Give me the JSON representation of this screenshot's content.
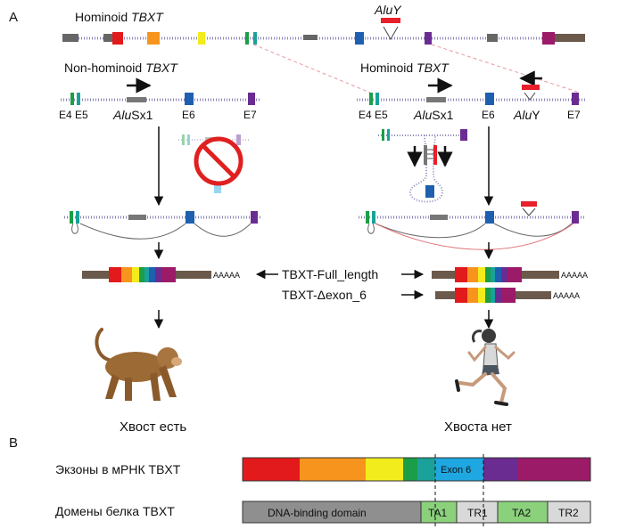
{
  "panel_a": {
    "label": "A",
    "top_title_prefix": "Hominoid ",
    "top_title_gene": "TBXT",
    "aluy_top": "AluY",
    "left_title_prefix": "Non-hominoid ",
    "left_title_gene": "TBXT",
    "right_title_prefix": "Hominoid ",
    "right_title_gene": "TBXT",
    "exon_e4": "E4",
    "exon_e5": "E5",
    "exon_e6": "E6",
    "exon_e7": "E7",
    "alusx1_italic": "Alu",
    "alusx1_rest": "Sx1",
    "aluy_italic": "Alu",
    "aluy_rest": "Y",
    "polya": "AAAAA",
    "isoform_full": "TBXT-Full_length",
    "isoform_delta": "TBXT-Δexon_6",
    "outcome_left": "Хвост есть",
    "outcome_right": "Хвоста нет"
  },
  "panel_b": {
    "label": "B",
    "row1_label": "Экзоны в мРНК TBXT",
    "row2_label": "Домены белка TBXT",
    "exon6_label": "Exon 6",
    "domains": [
      "DNA-binding domain",
      "TA1",
      "TR1",
      "TA2",
      "TR2"
    ]
  },
  "colors": {
    "exon_red": "#e31a1c",
    "exon_orange": "#f7941d",
    "exon_yellow": "#f2ec1c",
    "exon_green": "#1b9e47",
    "exon_teal": "#1aa19a",
    "exon6_blue": "#1ea7e1",
    "exon_purple": "#6a2c91",
    "exon_magenta": "#9b1b69",
    "domain_grey": "#8f8f8f",
    "domain_green": "#8bd17c",
    "domain_lightgrey": "#d9d9d9",
    "alu_red": "#e8202a"
  }
}
